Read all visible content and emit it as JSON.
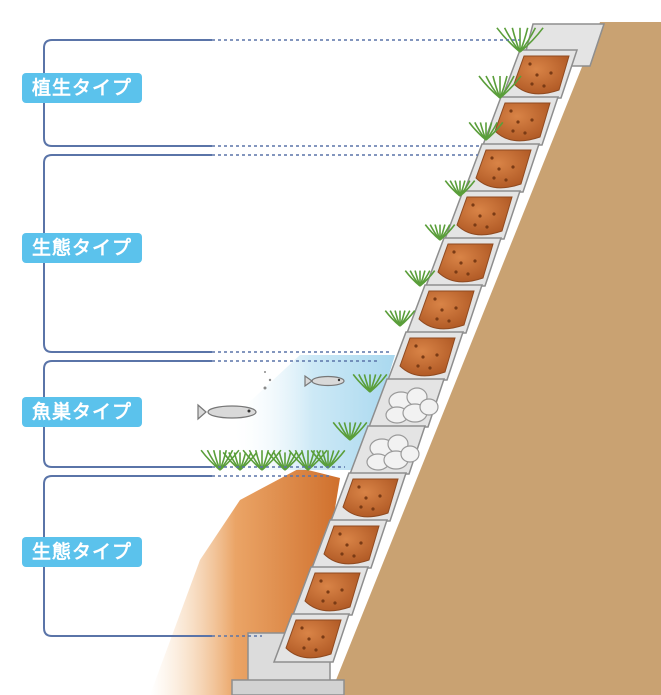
{
  "zones": [
    {
      "label": "植生タイプ"
    },
    {
      "label": "生態タイプ"
    },
    {
      "label": "魚巣タイプ"
    },
    {
      "label": "生態タイプ"
    }
  ],
  "colors": {
    "soil": "#c9a272",
    "soil_dark": "#b88f5f",
    "block": "#e4e4e4",
    "block_edge": "#8e8e8e",
    "pocket": "#c4692f",
    "water": "#bfe2f2",
    "mud": "#d17a36",
    "bracket": "#5a74a8",
    "label_bg": "#5bc2ec",
    "plant": "#5a9e3a"
  },
  "icons": [
    "fish-icon",
    "plant-icon",
    "stone-icon"
  ]
}
